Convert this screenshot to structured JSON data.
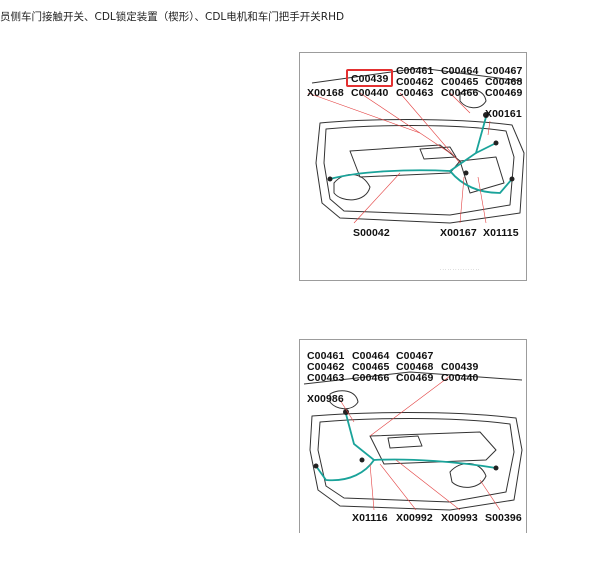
{
  "caption": "员侧车门接触开关、CDL锁定装置（楔形）、CDL电机和车门把手开关RHD",
  "colors": {
    "highlight": "#e33030",
    "harness": "#1aa39a",
    "leader": "#e34040"
  },
  "diagram1": {
    "labels": {
      "c00461": "C00461",
      "c00464": "C00464",
      "c00467": "C00467",
      "c00439": "C00439",
      "c00462": "C00462",
      "c00465": "C00465",
      "c00468": "C00468",
      "x00168": "X00168",
      "c00440": "C00440",
      "c00463": "C00463",
      "c00466": "C00466",
      "c00469": "C00469",
      "x00161": "X00161",
      "s00042": "S00042",
      "x00167": "X00167",
      "x01115": "X01115"
    },
    "highlighted": "C00439"
  },
  "diagram2": {
    "labels": {
      "c00461": "C00461",
      "c00464": "C00464",
      "c00467": "C00467",
      "c00462": "C00462",
      "c00465": "C00465",
      "c00468": "C00468",
      "c00439": "C00439",
      "c00463": "C00463",
      "c00466": "C00466",
      "c00469": "C00469",
      "c00440": "C00440",
      "x00986": "X00986",
      "x01116": "X01116",
      "x00992": "X00992",
      "x00993": "X00993",
      "s00396": "S00396"
    }
  }
}
